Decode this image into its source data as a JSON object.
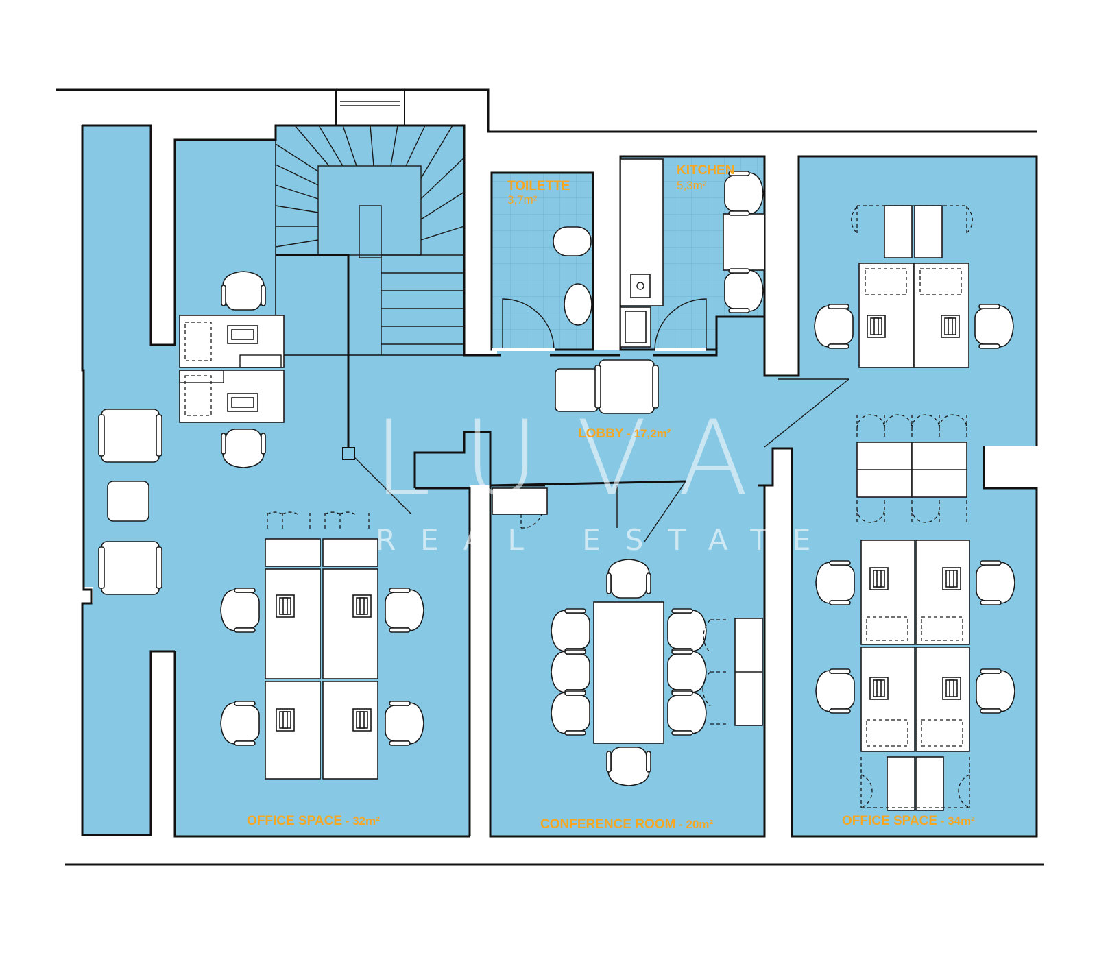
{
  "rooms": {
    "toilette": {
      "label": "TOILETTE",
      "area": "3,7m²"
    },
    "kitchen": {
      "label": "KITCHEN",
      "area": "5,3m²"
    },
    "lobby": {
      "label": "LOBBY",
      "area": " - 17,2m²"
    },
    "office_left": {
      "label": "OFFICE SPACE",
      "area": " - 32m²"
    },
    "conference": {
      "label": "CONFERENCE ROOM",
      "area": " - 20m²"
    },
    "office_right": {
      "label": "OFFICE SPACE",
      "area": " - 34m²"
    }
  },
  "watermark": {
    "brand": "LUVA",
    "tagline": "REAL ESTATE"
  },
  "colors": {
    "floor": "#87c8e4",
    "label": "#f5a623",
    "wall": "#111111",
    "furniture": "#ffffff"
  }
}
